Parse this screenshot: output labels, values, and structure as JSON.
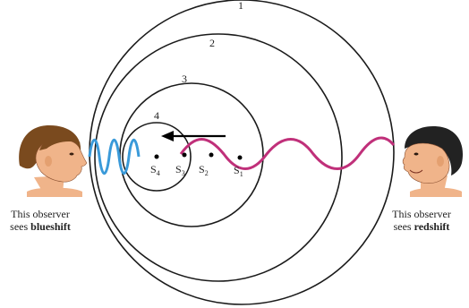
{
  "diagram": {
    "circle_labels": [
      "1",
      "2",
      "3",
      "4"
    ],
    "source_labels": [
      {
        "base": "S",
        "sub": "4"
      },
      {
        "base": "S",
        "sub": "3"
      },
      {
        "base": "S",
        "sub": "2"
      },
      {
        "base": "S",
        "sub": "1"
      }
    ],
    "left_observer": {
      "line1": "This observer",
      "line2_prefix": "sees ",
      "line2_bold": "blueshift"
    },
    "right_observer": {
      "line1": "This observer",
      "line2_prefix": "sees ",
      "line2_bold": "redshift"
    },
    "colors": {
      "circles": "#1a1a1a",
      "blue_wave": "#3a9ad9",
      "red_wave": "#c0307a",
      "arrow": "#000000",
      "skin": "#f0b48a",
      "hair_left": "#7a4a1e",
      "hair_right": "#222222"
    },
    "icons": [
      "observer-face-left",
      "observer-face-right",
      "motion-arrow"
    ]
  }
}
